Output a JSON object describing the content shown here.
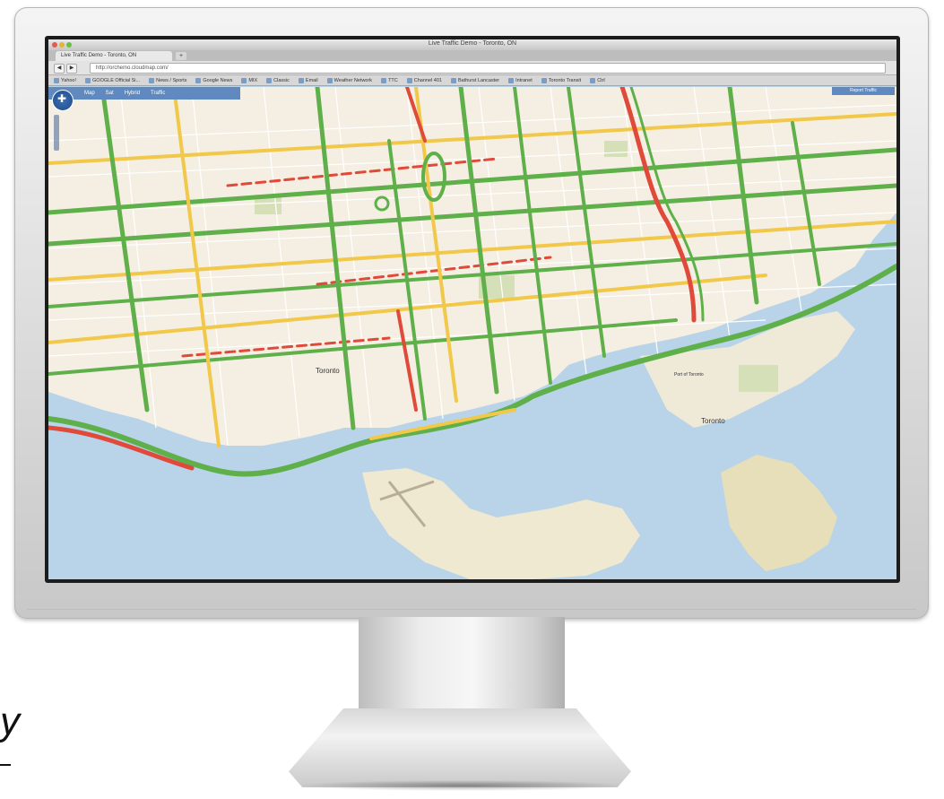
{
  "browser": {
    "window_title": "Live Traffic Demo - Toronto, ON",
    "tab_label": "Live Traffic Demo - Toronto, ON",
    "new_tab": "+",
    "url": "http://orchemo.cloudmap.com/",
    "back": "◀",
    "forward": "▶",
    "bookmarks": [
      "Yahoo!",
      "GOOGLE Official Si...",
      "News / Sports",
      "Google News",
      "MIX",
      "Classic",
      "Email",
      "Weather Network",
      "TTC",
      "Channel 401",
      "Bathurst Lancaster",
      "Intranet",
      "Toronto Transit",
      "Ctrl"
    ]
  },
  "map_toolbar": {
    "items": [
      "Map",
      "Sat",
      "Hybrid",
      "Traffic"
    ],
    "right_button": "Report Traffic"
  },
  "map_labels": {
    "city_main": "Toronto",
    "city_island": "Toronto",
    "port": "Port of Toronto"
  },
  "colors": {
    "water": "#b9d3e9",
    "land": "#f4efe2",
    "park": "#d6e0b8",
    "traffic_green": "#5fb04a",
    "traffic_yellow": "#f2c84a",
    "traffic_red": "#e04a3a"
  }
}
